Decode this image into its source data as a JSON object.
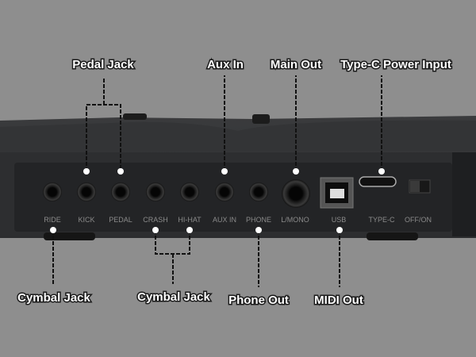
{
  "callouts": {
    "pedal_jack": "Pedal Jack",
    "aux_in": "Aux In",
    "main_out": "Main Out",
    "type_c_power": "Type-C Power Input",
    "cymbal_jack_left": "Cymbal Jack",
    "cymbal_jack_center": "Cymbal Jack",
    "phone_out": "Phone Out",
    "midi_out": "MIDI Out"
  },
  "ports": {
    "ride": "RIDE",
    "kick": "KICK",
    "pedal": "PEDAL",
    "crash": "CRASH",
    "hihat": "HI-HAT",
    "aux_in": "AUX IN",
    "phone": "PHONE",
    "l_mono": "L/MONO",
    "usb": "USB",
    "type_c": "TYPE-C",
    "off_on": "OFF/ON"
  },
  "colors": {
    "background": "#8e8e8e",
    "device": "#2a2b2d",
    "panel": "#232426"
  }
}
